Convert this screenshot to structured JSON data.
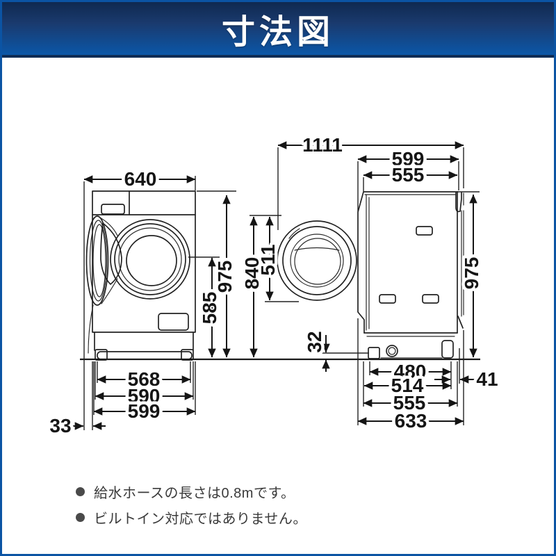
{
  "header": {
    "title": "寸法図"
  },
  "colors": {
    "dim_blue": "#0060b8",
    "dim_green": "#009944",
    "line": "#222222",
    "header_top": "#0f2950",
    "header_bottom": "#0b57a8",
    "border": "#0b54a4"
  },
  "front_view": {
    "width_total": "640",
    "height_total": "975",
    "door_center_height": "585",
    "width_feet": "568",
    "width_base": "590",
    "width_body": "599",
    "left_protrusion": "33"
  },
  "side_view": {
    "depth_door_open": "1111",
    "depth_max": "599",
    "depth_body": "555",
    "door_top_height": "840",
    "door_opening": "511",
    "height_total": "975",
    "bottom_gap": "32",
    "feet_span": "480",
    "rear_gap": "41",
    "depth_514": "514",
    "depth_555": "555",
    "depth_with_rear": "633"
  },
  "notes": [
    {
      "text": "給水ホースの長さは0.8mです。"
    },
    {
      "text": "ビルトイン対応ではありません。"
    }
  ]
}
